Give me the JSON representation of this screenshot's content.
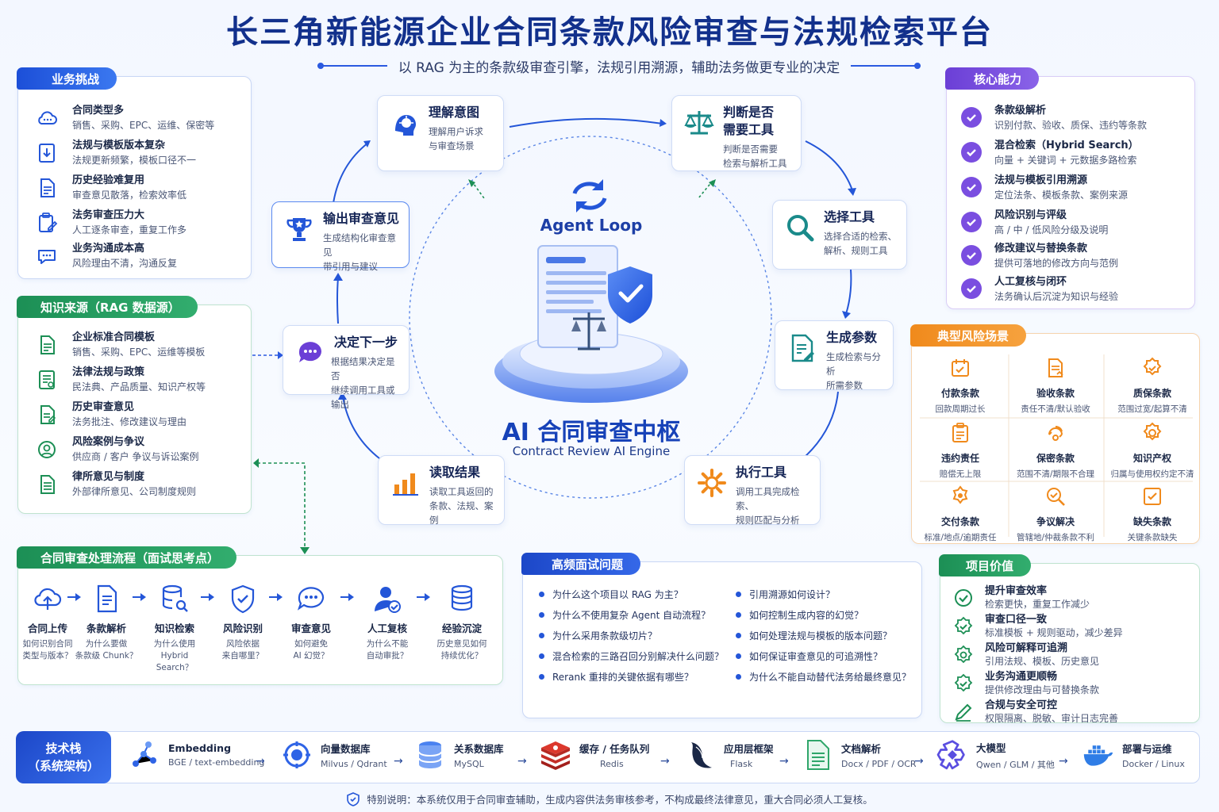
{
  "header": {
    "title": "长三角新能源企业合同条款风险审查与法规检索平台",
    "subtitle": "以 RAG 为主的条款级审查引擎，法规引用溯源，辅助法务做更专业的决定"
  },
  "challenges": {
    "tag": "业务挑战",
    "items": [
      {
        "title": "合同类型多",
        "desc": "销售、采购、EPC、运维、保密等",
        "icon": "cloud-icon"
      },
      {
        "title": "法规与模板版本复杂",
        "desc": "法规更新频繁，模板口径不一",
        "icon": "download-doc-icon"
      },
      {
        "title": "历史经验难复用",
        "desc": "审查意见散落，检索效率低",
        "icon": "document-icon"
      },
      {
        "title": "法务审查压力大",
        "desc": "人工逐条审查，重复工作多",
        "icon": "clipboard-edit-icon"
      },
      {
        "title": "业务沟通成本高",
        "desc": "风险理由不清，沟通反复",
        "icon": "chat-icon"
      }
    ]
  },
  "sources": {
    "tag": "知识来源（RAG 数据源）",
    "items": [
      {
        "title": "企业标准合同模板",
        "desc": "销售、采购、EPC、运维等模板",
        "icon": "template-icon"
      },
      {
        "title": "法律法规与政策",
        "desc": "民法典、产品质量、知识产权等",
        "icon": "law-book-icon"
      },
      {
        "title": "历史审查意见",
        "desc": "法务批注、修改建议与理由",
        "icon": "notes-icon"
      },
      {
        "title": "风险案例与争议",
        "desc": "供应商 / 客户 争议与诉讼案例",
        "icon": "risk-case-icon"
      },
      {
        "title": "律所意见与制度",
        "desc": "外部律所意见、公司制度规则",
        "icon": "policy-doc-icon"
      }
    ]
  },
  "loop": {
    "agent_loop_label": "Agent Loop",
    "center_title": "AI 合同审查中枢",
    "center_sub": "Contract Review AI Engine",
    "nodes": {
      "intent": {
        "title": "理解意图",
        "desc": [
          "理解用户诉求",
          "与审查场景"
        ],
        "icon": "brain-bulb-icon"
      },
      "judge": {
        "title": [
          "判断是否",
          "需要工具"
        ],
        "desc": [
          "判断是否需要",
          "检索与解析工具"
        ],
        "icon": "scale-icon"
      },
      "select": {
        "title": "选择工具",
        "desc": [
          "选择合适的检索、",
          "解析、规则工具"
        ],
        "icon": "magnifier-icon"
      },
      "params": {
        "title": "生成参数",
        "desc": [
          "生成检索与分析",
          "所需参数"
        ],
        "icon": "doc-edit-icon"
      },
      "execute": {
        "title": "执行工具",
        "desc": [
          "调用工具完成检索、",
          "规则匹配与分析"
        ],
        "icon": "gear-icon"
      },
      "read": {
        "title": "读取结果",
        "desc": [
          "读取工具返回的",
          "条款、法规、案例"
        ],
        "icon": "bar-chart-icon"
      },
      "next": {
        "title": "决定下一步",
        "desc": [
          "根据结果决定是否",
          "继续调用工具或输出"
        ],
        "icon": "chat-bubble-icon"
      },
      "output": {
        "title": "输出审查意见",
        "desc": [
          "生成结构化审查意见",
          "带引用与建议"
        ],
        "icon": "trophy-icon"
      }
    }
  },
  "capabilities": {
    "tag": "核心能力",
    "items": [
      {
        "title": "条款级解析",
        "desc": "识别付款、验收、质保、违约等条款"
      },
      {
        "title": "混合检索（Hybrid Search）",
        "desc": "向量 + 关键词 + 元数据多路检索"
      },
      {
        "title": "法规与模板引用溯源",
        "desc": "定位法条、模板条款、案例来源"
      },
      {
        "title": "风险识别与评级",
        "desc": "高 / 中 / 低风险分级及说明"
      },
      {
        "title": "修改建议与替换条款",
        "desc": "提供可落地的修改方向与范例"
      },
      {
        "title": "人工复核与闭环",
        "desc": "法务确认后沉淀为知识与经验"
      }
    ]
  },
  "risks": {
    "tag": "典型风险场景",
    "items": [
      {
        "title": "付款条款",
        "desc": "回款周期过长",
        "icon": "payment-icon"
      },
      {
        "title": "验收条款",
        "desc": "责任不清/默认验收",
        "icon": "acceptance-icon"
      },
      {
        "title": "质保条款",
        "desc": "范围过宽/起算不清",
        "icon": "warranty-icon"
      },
      {
        "title": "违约责任",
        "desc": "赔偿无上限",
        "icon": "liability-icon"
      },
      {
        "title": "保密条款",
        "desc": "范围不清/期限不合理",
        "icon": "confidential-icon"
      },
      {
        "title": "知识产权",
        "desc": "归属与使用权约定不清",
        "icon": "ip-icon"
      },
      {
        "title": "交付条款",
        "desc": "标准/地点/逾期责任",
        "icon": "delivery-icon"
      },
      {
        "title": "争议解决",
        "desc": "管辖地/仲裁条款不利",
        "icon": "dispute-icon"
      },
      {
        "title": "缺失条款",
        "desc": "关键条款缺失",
        "icon": "missing-icon"
      }
    ]
  },
  "process": {
    "tag": "合同审查处理流程（面试思考点）",
    "steps": [
      {
        "title": "合同上传",
        "desc": [
          "如何识别合同",
          "类型与版本？"
        ],
        "icon": "upload-icon"
      },
      {
        "title": "条款解析",
        "desc": [
          "为什么要做",
          "条款级 Chunk？"
        ],
        "icon": "doc-lines-icon"
      },
      {
        "title": "知识检索",
        "desc": [
          "为什么使用",
          "Hybrid Search？"
        ],
        "icon": "db-search-icon"
      },
      {
        "title": "风险识别",
        "desc": [
          "风险依据",
          "来自哪里？"
        ],
        "icon": "shield-check-icon"
      },
      {
        "title": "审查意见",
        "desc": [
          "如何避免",
          "AI 幻觉？"
        ],
        "icon": "speech-icon"
      },
      {
        "title": "人工复核",
        "desc": [
          "为什么不能",
          "自动审批？"
        ],
        "icon": "person-check-icon"
      },
      {
        "title": "经验沉淀",
        "desc": [
          "历史意见如何",
          "持续优化？"
        ],
        "icon": "database-icon"
      }
    ]
  },
  "faq": {
    "tag": "高频面试问题",
    "left": [
      "为什么这个项目以 RAG 为主？",
      "为什么不使用复杂 Agent 自动流程？",
      "为什么采用条款级切片？",
      "混合检索的三路召回分别解决什么问题？",
      "Rerank 重排的关键依据有哪些？"
    ],
    "right": [
      "引用溯源如何设计？",
      "如何控制生成内容的幻觉？",
      "如何处理法规与模板的版本问题？",
      "如何保证审查意见的可追溯性？",
      "为什么不能自动替代法务给最终意见？"
    ]
  },
  "value": {
    "tag": "项目价值",
    "items": [
      {
        "title": "提升审查效率",
        "desc": "检索更快，重复工作减少"
      },
      {
        "title": "审查口径一致",
        "desc": "标准模板 + 规则驱动，减少差异"
      },
      {
        "title": "风险可解释可追溯",
        "desc": "引用法规、模板、历史意见"
      },
      {
        "title": "业务沟通更顺畅",
        "desc": "提供修改理由与可替换条款"
      },
      {
        "title": "合规与安全可控",
        "desc": "权限隔离、脱敏、审计日志完善"
      }
    ]
  },
  "tech": {
    "label": [
      "技术栈",
      "（系统架构）"
    ],
    "items": [
      {
        "title": "Embedding",
        "desc": "BGE / text-embedding",
        "icon": "embedding-icon"
      },
      {
        "title": "向量数据库",
        "desc": "Milvus / Qdrant",
        "icon": "vector-db-icon"
      },
      {
        "title": "关系数据库",
        "desc": "MySQL",
        "icon": "sql-db-icon"
      },
      {
        "title": "缓存 / 任务队列",
        "desc": "Redis",
        "icon": "redis-icon"
      },
      {
        "title": "应用层框架",
        "desc": "Flask",
        "icon": "flask-icon"
      },
      {
        "title": "文档解析",
        "desc": "Docx / PDF / OCR",
        "icon": "doc-parse-icon"
      },
      {
        "title": "大模型",
        "desc": "Qwen / GLM / 其他",
        "icon": "llm-icon"
      },
      {
        "title": "部署与运维",
        "desc": "Docker / Linux",
        "icon": "docker-icon"
      }
    ]
  },
  "footer": {
    "text": "特别说明：本系统仅用于合同审查辅助，生成内容供法务审核参考，不构成最终法律意见，重大合同必须人工复核。"
  },
  "colors": {
    "primary": "#1c4fd8",
    "green": "#1c8f55",
    "purple": "#6b3fd6",
    "orange": "#f08a1c",
    "title": "#12308c"
  }
}
